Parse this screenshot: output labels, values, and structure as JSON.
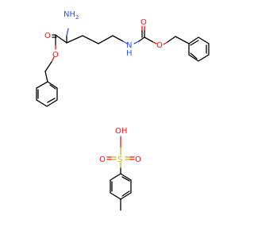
{
  "molecule": {
    "components": [
      "lysine dibenzyl ester with Cbz-protected amine",
      "p-toluenesulfonic acid"
    ],
    "labels": {
      "nh2": "NH",
      "nh2_sub": "2",
      "o_ester_carbonyl": "O",
      "o_ester": "O",
      "nh": "N",
      "nh_h": "H",
      "o_carbamate_carbonyl": "O",
      "o_carbamate": "O",
      "oh": "OH",
      "s": "S",
      "o_sulfonyl_1": "O",
      "o_sulfonyl_2": "O"
    },
    "colors": {
      "carbon": "#000000",
      "oxygen": "#ff0d0d",
      "nitrogen": "#3050f8",
      "sulfur": "#c8b400"
    }
  }
}
